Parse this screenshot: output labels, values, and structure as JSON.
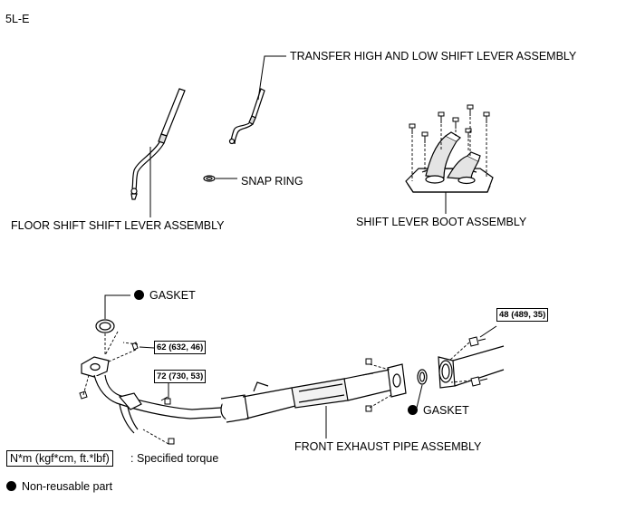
{
  "variant": "5L-E",
  "labels": {
    "transfer_lever": "TRANSFER HIGH AND LOW SHIFT LEVER ASSEMBLY",
    "snap_ring": "SNAP RING",
    "floor_lever": "FLOOR SHIFT SHIFT LEVER ASSEMBLY",
    "boot": "SHIFT LEVER BOOT ASSEMBLY",
    "gasket_top": "GASKET",
    "gasket_right": "GASKET",
    "exhaust_pipe": "FRONT EXHAUST PIPE ASSEMBLY"
  },
  "torques": {
    "t48": "48 (489, 35)",
    "t62": "62 (632, 46)",
    "t72": "72 (730, 53)"
  },
  "legend": {
    "torque_unit": "N*m (kgf*cm, ft.*lbf)",
    "torque_text": ": Specified torque",
    "nonreusable": "Non-reusable part"
  },
  "colors": {
    "line": "#000000",
    "fill": "#ffffff",
    "shade": "#d8d8d8"
  }
}
